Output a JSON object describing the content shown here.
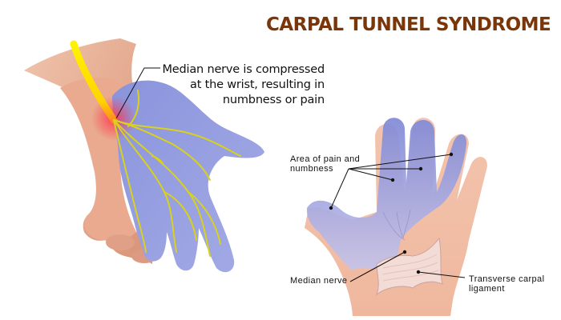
{
  "title": "CARPAL TUNNEL SYNDROME",
  "colors": {
    "title": "#7a3508",
    "skin": "#eeb49a",
    "numb_area": "#8f98de",
    "nerve": "#f2ef1a",
    "inflammation": "#ff3f4a",
    "leader_line": "#111111"
  },
  "illustrations": {
    "left_hand": {
      "view": "back-side palm up, fingers pointing right",
      "callout": {
        "lines": [
          "Median nerve is compressed",
          "at the wrist, resulting in",
          "numbness or pain"
        ]
      }
    },
    "right_hand": {
      "view": "palm facing viewer, fingers up",
      "labels": {
        "area": [
          "Area of pain and",
          "numbness"
        ],
        "median_nerve": "Median nerve",
        "ligament": [
          "Transverse carpal",
          "ligament"
        ]
      }
    }
  }
}
